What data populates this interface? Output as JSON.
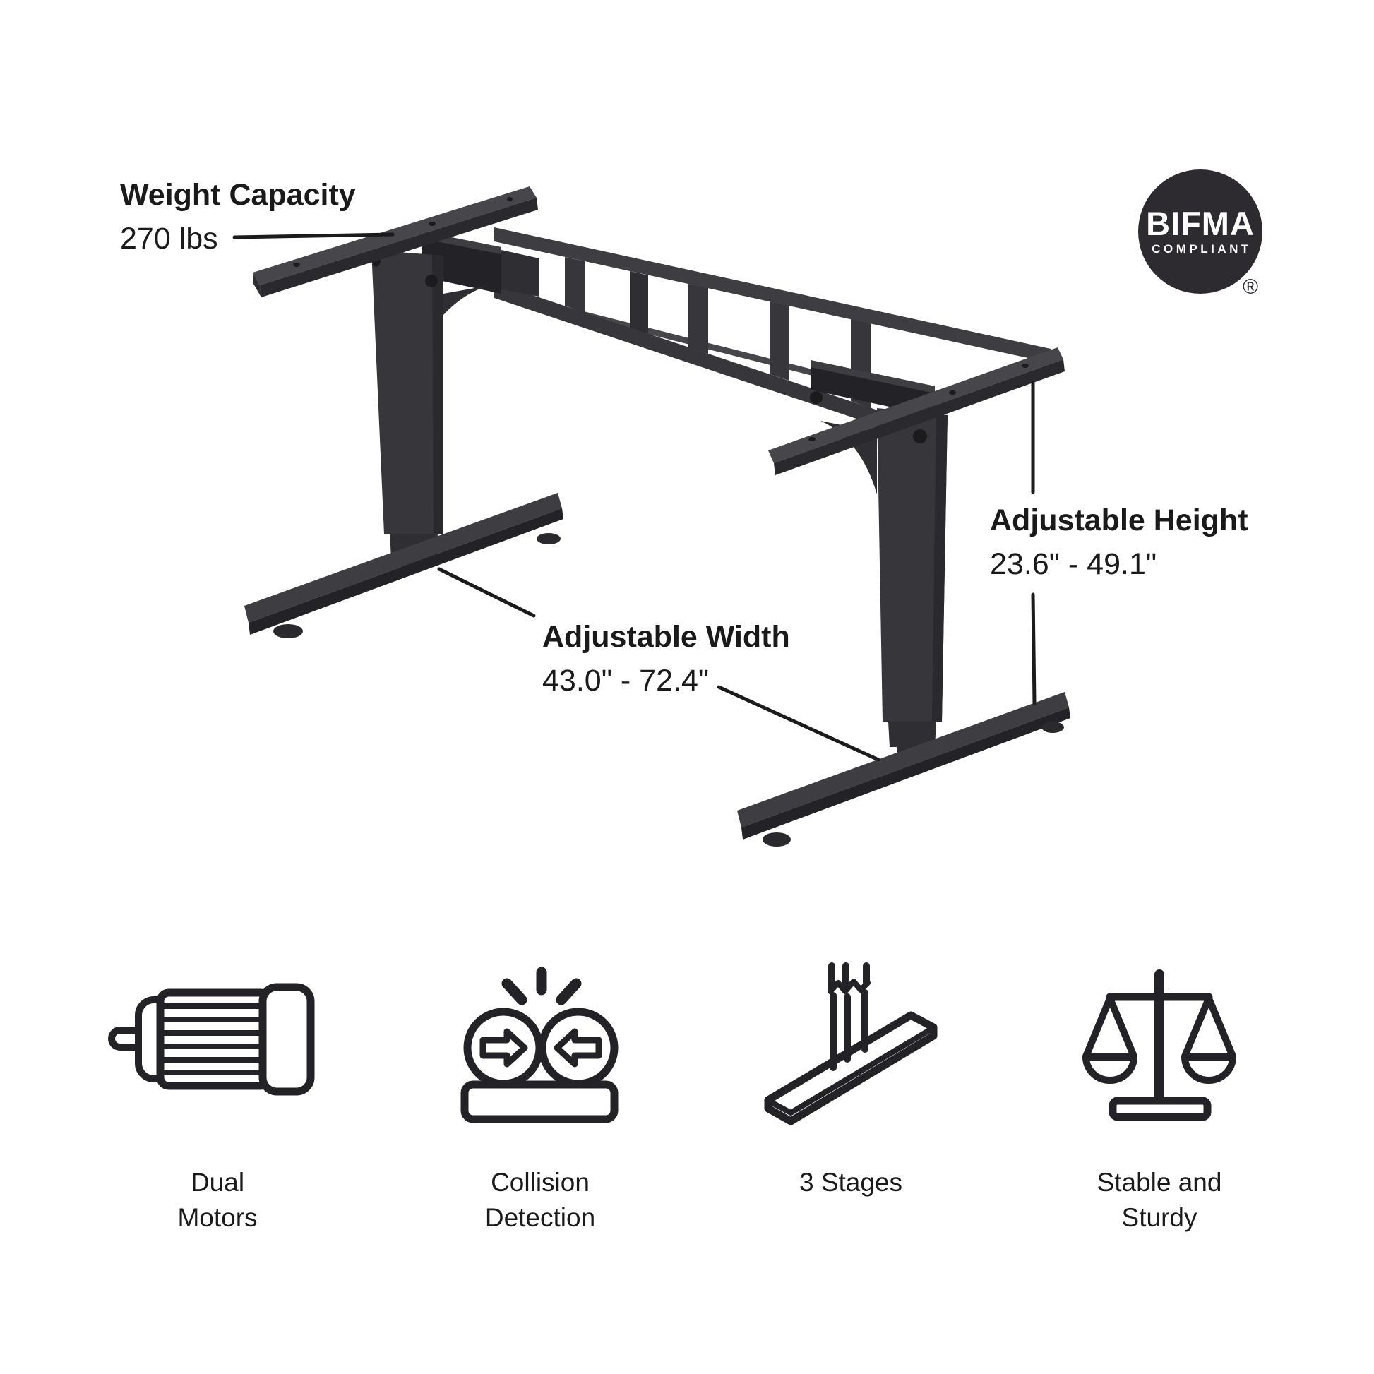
{
  "annotations": {
    "weight_capacity": {
      "title": "Weight Capacity",
      "value": "270 lbs"
    },
    "adjustable_height": {
      "title": "Adjustable Height",
      "value": "23.6\" - 49.1\""
    },
    "adjustable_width": {
      "title": "Adjustable Width",
      "value": "43.0\" - 72.4\""
    }
  },
  "badge": {
    "title": "BIFMA",
    "subtitle": "COMPLIANT",
    "registered_mark": "®"
  },
  "features": [
    {
      "icon": "motor-icon",
      "lines": [
        "Dual",
        "Motors"
      ]
    },
    {
      "icon": "collision-detection-icon",
      "lines": [
        "Collision",
        "Detection"
      ]
    },
    {
      "icon": "three-stages-icon",
      "lines": [
        "3 Stages"
      ]
    },
    {
      "icon": "balance-scale-icon",
      "lines": [
        "Stable and",
        "Sturdy"
      ]
    }
  ],
  "colors": {
    "text": "#1a1a1a",
    "line": "#1b1b1d",
    "badge_bg": "#2d2b2f",
    "icon_stroke": "#232327",
    "frame_top": "#46464b",
    "frame_rail": "#3d3d42",
    "frame_mid": "#36363b",
    "frame_shadow": "#2e2e33",
    "frame_front": "#2a2a2e",
    "frame_deep": "#232327",
    "frame_hole": "#1b1b1e"
  }
}
